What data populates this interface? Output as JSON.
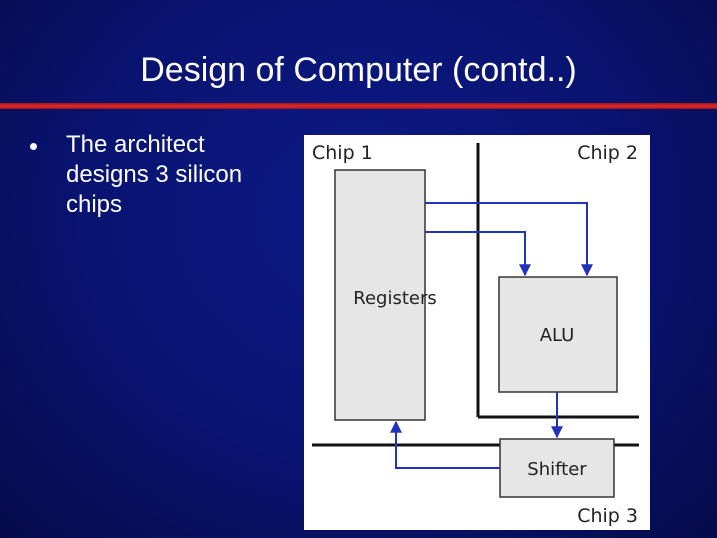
{
  "slide": {
    "title": "Design of Computer (contd..)",
    "bullet": "The architect designs 3 silicon chips"
  },
  "diagram": {
    "labels": {
      "chip1": "Chip 1",
      "chip2": "Chip 2",
      "chip3": "Chip 3",
      "registers": "Registers",
      "alu": "ALU",
      "shifter": "Shifter"
    },
    "colors": {
      "background": "#ffffff",
      "block_fill": "#e6e6e6",
      "block_stroke": "#333333",
      "boundary": "#111111",
      "arrow": "#2233bb"
    }
  }
}
